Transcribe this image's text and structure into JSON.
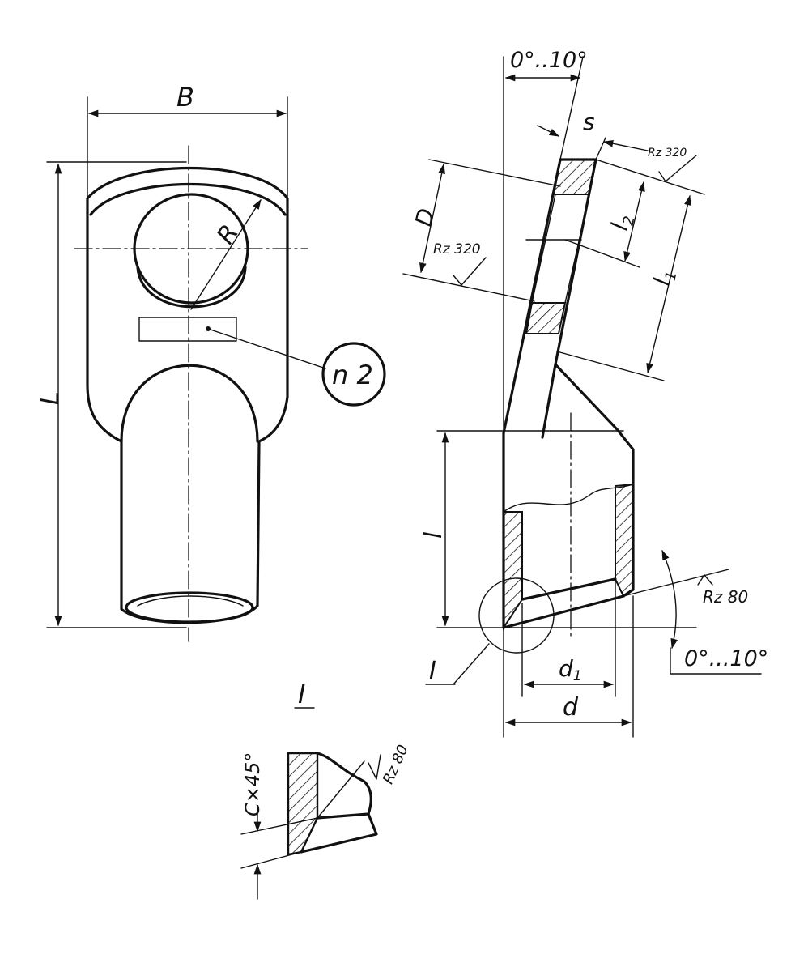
{
  "labels": {
    "B": "B",
    "L": "L",
    "R": "R",
    "n2": "n 2",
    "angle_top": "0°..10°",
    "s": "s",
    "rz_top": "Rz 320",
    "D": "D",
    "rz_left": "Rz 320",
    "l2": "l",
    "l2_sub": "2",
    "l1": "l",
    "l1_sub": "1",
    "l": "l",
    "rz_bottom": "Rz 80",
    "angle_bottom": "0°...10°",
    "detail_ref": "I",
    "d1": "d",
    "d1_sub": "1",
    "d": "d",
    "detail_title": "I",
    "chamfer": "C×45°",
    "rz_detail": "Rz 80"
  },
  "colors": {
    "ink": "#111111",
    "paper": "#ffffff"
  }
}
